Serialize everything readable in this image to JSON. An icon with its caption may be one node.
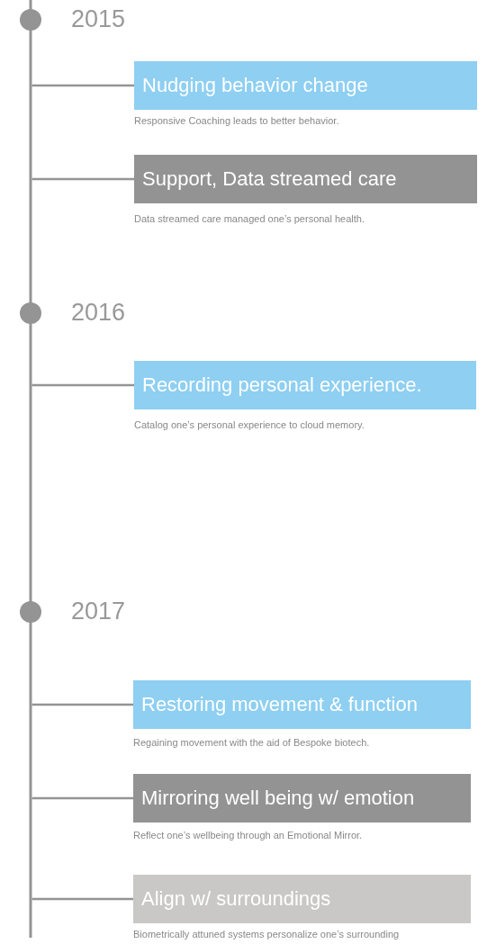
{
  "diagram": {
    "nodes": [
      {
        "text": [
          "Nudging behavior change"
        ],
        "beside": [
          "Responsive Coaching leads to better behavior."
        ]
      },
      {
        "text": [
          "Support, Data streamed care"
        ],
        "beside": [
          "Data streamed care managed one’s personal health."
        ]
      },
      {
        "text": [
          "Recording personal experience."
        ],
        "beside": [
          "Catalog one’s personal experience to cloud memory."
        ]
      },
      {
        "text": [
          "Restoring movement & function"
        ],
        "beside": [
          "Regaining movement with the aid of Bespoke biotech."
        ]
      },
      {
        "text": [
          "Mirroring well being w/ emotion"
        ],
        "beside": [
          "Reflect one’s wellbeing through an Emotional Mirror."
        ]
      },
      {
        "text": [
          "Align w/ surroundings"
        ],
        "beside": [
          "Biometrically attuned systems personalize one’s surrounding"
        ]
      }
    ],
    "edges": [
      {
        "from": null,
        "to": 0,
        "arrow": "none"
      },
      {
        "from": null,
        "to": 1,
        "arrow": "none"
      },
      {
        "from": null,
        "to": 2,
        "arrow": "none"
      },
      {
        "from": null,
        "to": 3,
        "arrow": "none"
      },
      {
        "from": null,
        "to": 4,
        "arrow": "none"
      },
      {
        "from": null,
        "to": 5,
        "arrow": "none"
      }
    ],
    "labels": [
      "2015",
      "2016",
      "2017"
    ]
  }
}
